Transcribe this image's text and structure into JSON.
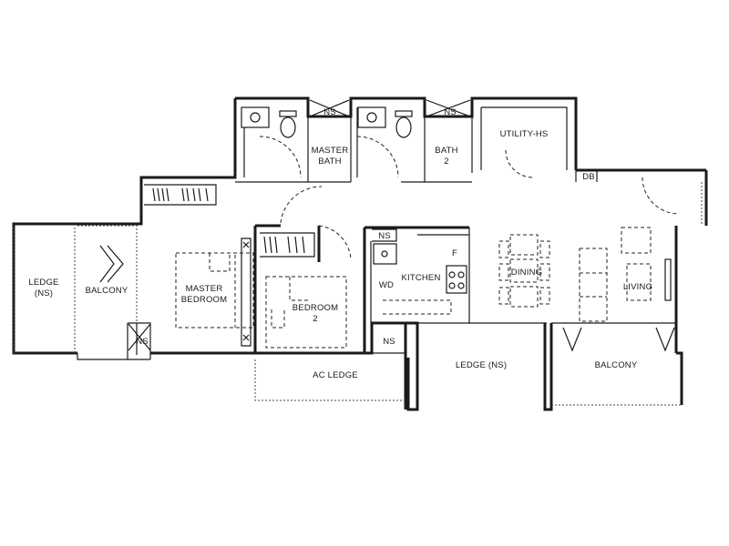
{
  "rooms": {
    "ledge_left": "LEDGE\n(NS)",
    "balcony_left": "BALCONY",
    "master_bedroom": "MASTER\nBEDROOM",
    "bedroom_2": "BEDROOM\n2",
    "master_bath": "MASTER\nBATH",
    "bath_2": "BATH\n2",
    "utility": "UTILITY-HS",
    "db": "DB",
    "kitchen": "KITCHEN",
    "wd": "WD",
    "fridge": "F",
    "dining": "DINING",
    "living": "LIVING",
    "ac_ledge": "AC LEDGE",
    "ledge_ns": "LEDGE (NS)",
    "balcony_right": "BALCONY"
  },
  "ns_tags": [
    "NS",
    "NS",
    "NS",
    "NS",
    "NS"
  ],
  "colors": {
    "line": "#1a1a1a",
    "background": "#ffffff"
  }
}
